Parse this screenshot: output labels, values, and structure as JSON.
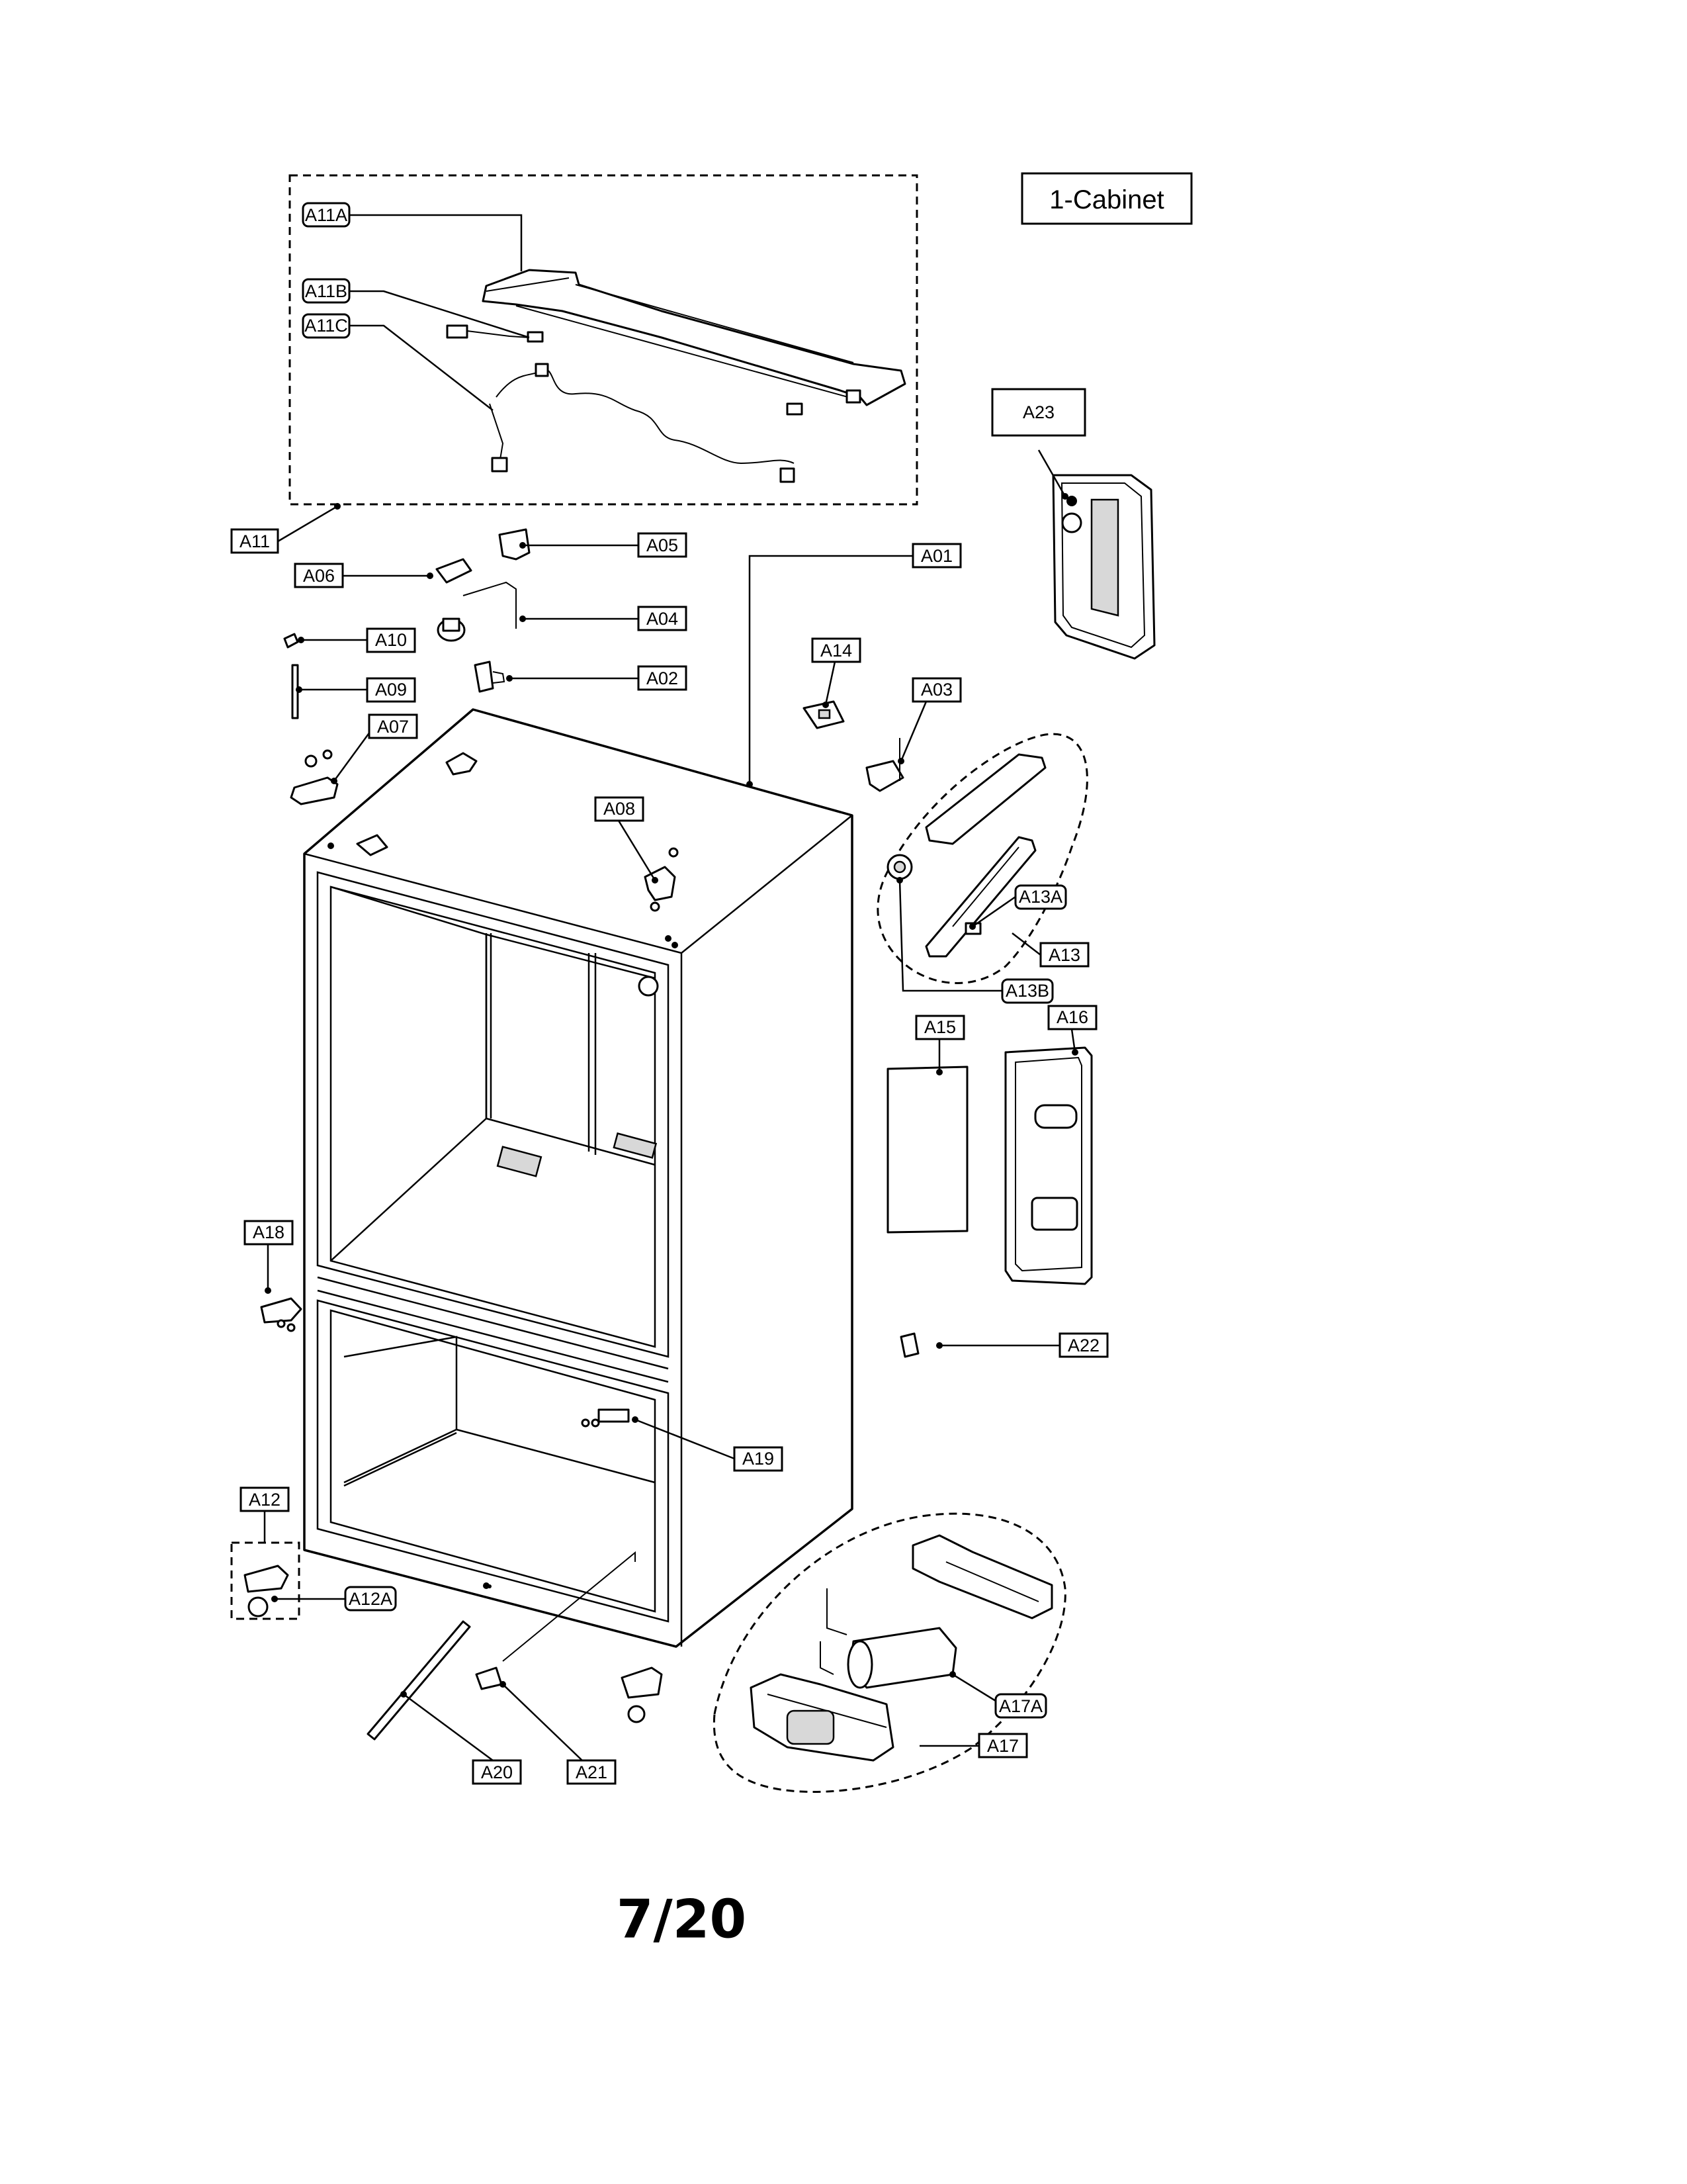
{
  "section_title": "1-Cabinet",
  "page_number": "7/20",
  "callouts": {
    "A01": "A01",
    "A02": "A02",
    "A03": "A03",
    "A04": "A04",
    "A05": "A05",
    "A06": "A06",
    "A07": "A07",
    "A08": "A08",
    "A09": "A09",
    "A10": "A10",
    "A11": "A11",
    "A11A": "A11A",
    "A11B": "A11B",
    "A11C": "A11C",
    "A12": "A12",
    "A12A": "A12A",
    "A13": "A13",
    "A13A": "A13A",
    "A13B": "A13B",
    "A14": "A14",
    "A15": "A15",
    "A16": "A16",
    "A17": "A17",
    "A17A": "A17A",
    "A18": "A18",
    "A19": "A19",
    "A20": "A20",
    "A21": "A21",
    "A22": "A22",
    "A23": "A23"
  }
}
